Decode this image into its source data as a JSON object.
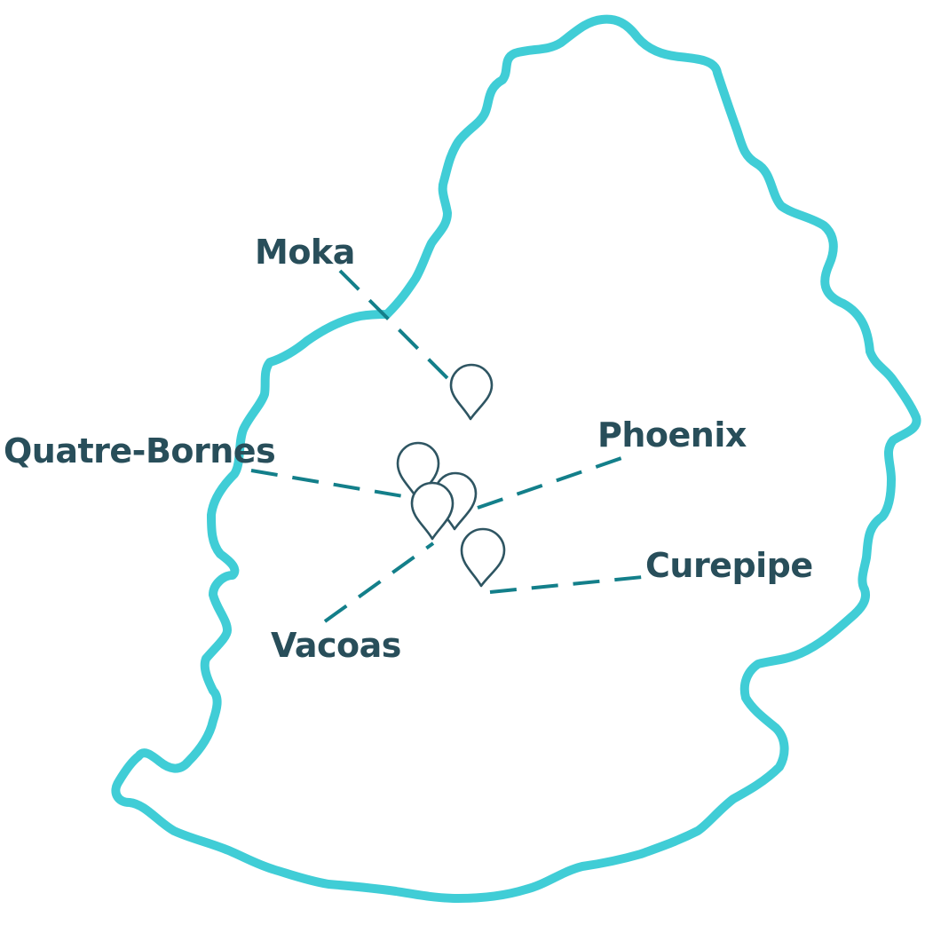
{
  "colors": {
    "outline": "#40CDD6",
    "leader": "#137F8A",
    "text": "#284E5A",
    "pin": "#2E5562"
  },
  "places": {
    "moka": "Moka",
    "quatre_bornes": "Quatre-Bornes",
    "phoenix": "Phoenix",
    "vacoas": "Vacoas",
    "curepipe": "Curepipe"
  },
  "pins": [
    {
      "name": "map-pin-moka-icon",
      "place": "Moka"
    },
    {
      "name": "map-pin-quatre-bornes-icon",
      "place": "Quatre-Bornes"
    },
    {
      "name": "map-pin-phoenix-icon",
      "place": "Phoenix"
    },
    {
      "name": "map-pin-vacoas-icon",
      "place": "Vacoas"
    },
    {
      "name": "map-pin-curepipe-icon",
      "place": "Curepipe"
    }
  ]
}
